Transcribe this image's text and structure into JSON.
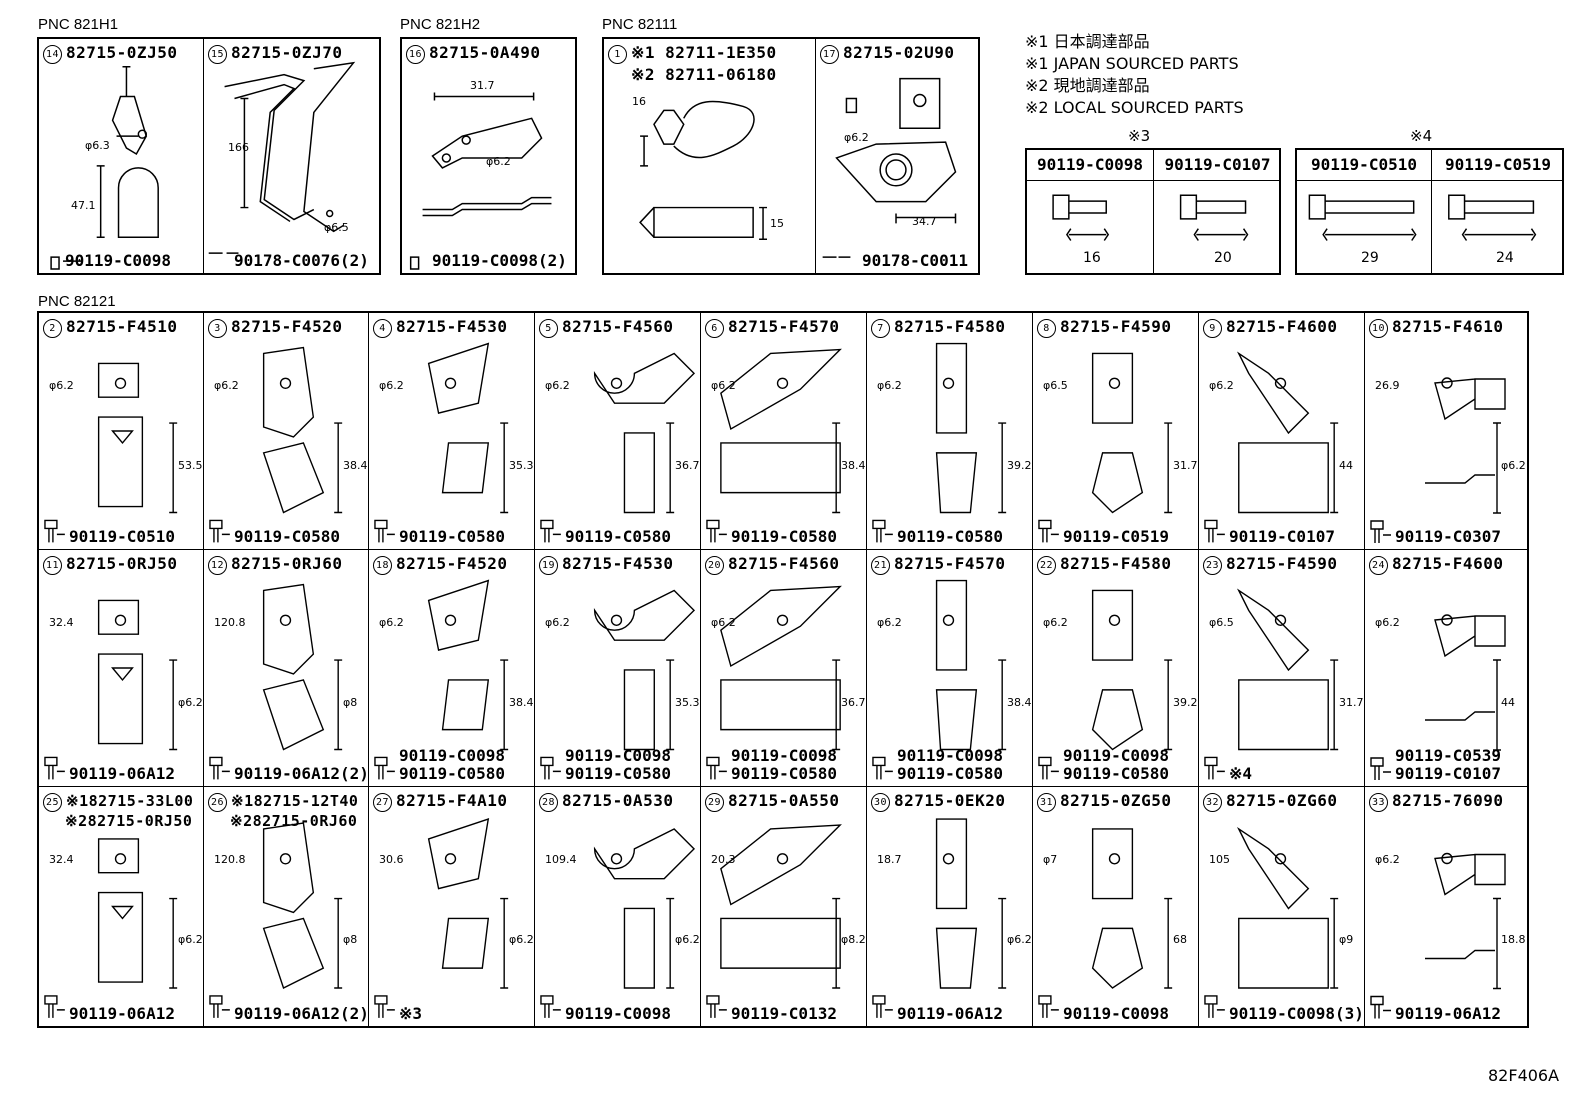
{
  "pnc_labels": [
    "PNC 821H1",
    "PNC 821H2",
    "PNC 82111",
    "PNC 82121"
  ],
  "top_groups": [
    {
      "items": [
        {
          "num": "14",
          "part": "82715-0ZJ50",
          "fastener": "90119-C0098",
          "dims": [
            "φ6.3",
            "47.1"
          ]
        },
        {
          "num": "15",
          "part": "82715-0ZJ70",
          "fastener": "90178-C0076(2)",
          "dims": [
            "166",
            "φ6.5"
          ]
        }
      ]
    },
    {
      "items": [
        {
          "num": "16",
          "part": "82715-0A490",
          "fastener": "90119-C0098(2)",
          "dims": [
            "31.7",
            "φ6.2"
          ]
        }
      ]
    },
    {
      "items": [
        {
          "num": "1",
          "part_lines": [
            "※1 82711-1E350",
            "※2 82711-06180"
          ],
          "fastener": "",
          "dims": [
            "16",
            "15"
          ]
        },
        {
          "num": "17",
          "part": "82715-02U90",
          "fastener": "90178-C0011",
          "dims": [
            "φ6.2",
            "34.7"
          ]
        }
      ]
    }
  ],
  "legend": [
    "※1 日本調達部品",
    "※1 JAPAN SOURCED PARTS",
    "※2 現地調達部品",
    "※2 LOCAL SOURCED PARTS"
  ],
  "bolt_groups": [
    {
      "mark": "※3",
      "bolts": [
        {
          "part": "90119-C0098",
          "length": "16"
        },
        {
          "part": "90119-C0107",
          "length": "20"
        }
      ]
    },
    {
      "mark": "※4",
      "bolts": [
        {
          "part": "90119-C0510",
          "length": "29"
        },
        {
          "part": "90119-C0519",
          "length": "24"
        }
      ]
    }
  ],
  "row1": [
    {
      "num": "2",
      "part": "82715-F4510",
      "fastener": "90119-C0510",
      "dims": [
        "φ6.2",
        "53.5"
      ]
    },
    {
      "num": "3",
      "part": "82715-F4520",
      "fastener": "90119-C0580",
      "dims": [
        "φ6.2",
        "38.4"
      ]
    },
    {
      "num": "4",
      "part": "82715-F4530",
      "fastener": "90119-C0580",
      "dims": [
        "φ6.2",
        "35.3"
      ]
    },
    {
      "num": "5",
      "part": "82715-F4560",
      "fastener": "90119-C0580",
      "dims": [
        "φ6.2",
        "36.7"
      ]
    },
    {
      "num": "6",
      "part": "82715-F4570",
      "fastener": "90119-C0580",
      "dims": [
        "φ6.2",
        "38.4"
      ]
    },
    {
      "num": "7",
      "part": "82715-F4580",
      "fastener": "90119-C0580",
      "dims": [
        "φ6.2",
        "39.2"
      ]
    },
    {
      "num": "8",
      "part": "82715-F4590",
      "fastener": "90119-C0519",
      "dims": [
        "φ6.5",
        "31.7"
      ]
    },
    {
      "num": "9",
      "part": "82715-F4600",
      "fastener": "90119-C0107",
      "dims": [
        "φ6.2",
        "44"
      ]
    },
    {
      "num": "10",
      "part": "82715-F4610",
      "fastener": "90119-C0307",
      "dims": [
        "26.9",
        "φ6.2"
      ]
    }
  ],
  "row2": [
    {
      "num": "11",
      "part": "82715-0RJ50",
      "fastener": "90119-06A12",
      "fastener2": "",
      "dims": [
        "32.4",
        "φ6.2"
      ]
    },
    {
      "num": "12",
      "part": "82715-0RJ60",
      "fastener": "90119-06A12(2)",
      "fastener2": "",
      "dims": [
        "120.8",
        "φ8"
      ]
    },
    {
      "num": "18",
      "part": "82715-F4520",
      "fastener": "90119-C0580",
      "fastener2": "90119-C0098",
      "dims": [
        "φ6.2",
        "38.4"
      ]
    },
    {
      "num": "19",
      "part": "82715-F4530",
      "fastener": "90119-C0580",
      "fastener2": "90119-C0098",
      "dims": [
        "φ6.2",
        "35.3"
      ]
    },
    {
      "num": "20",
      "part": "82715-F4560",
      "fastener": "90119-C0580",
      "fastener2": "90119-C0098",
      "dims": [
        "φ6.2",
        "36.7"
      ]
    },
    {
      "num": "21",
      "part": "82715-F4570",
      "fastener": "90119-C0580",
      "fastener2": "90119-C0098",
      "dims": [
        "φ6.2",
        "38.4"
      ]
    },
    {
      "num": "22",
      "part": "82715-F4580",
      "fastener": "90119-C0580",
      "fastener2": "90119-C0098",
      "dims": [
        "φ6.2",
        "39.2"
      ]
    },
    {
      "num": "23",
      "part": "82715-F4590",
      "fastener": "※4",
      "fastener2": "",
      "dims": [
        "φ6.5",
        "31.7"
      ]
    },
    {
      "num": "24",
      "part": "82715-F4600",
      "fastener": "90119-C0107",
      "fastener2": "90119-C0539",
      "dims": [
        "φ6.2",
        "44"
      ]
    }
  ],
  "row3": [
    {
      "num": "25",
      "part_lines": [
        "※182715-33L00",
        "※282715-0RJ50"
      ],
      "fastener": "90119-06A12",
      "dims": [
        "32.4",
        "φ6.2"
      ]
    },
    {
      "num": "26",
      "part_lines": [
        "※182715-12T40",
        "※282715-0RJ60"
      ],
      "fastener": "90119-06A12(2)",
      "dims": [
        "120.8",
        "φ8"
      ]
    },
    {
      "num": "27",
      "part": "82715-F4A10",
      "fastener": "※3",
      "dims": [
        "30.6",
        "φ6.2"
      ]
    },
    {
      "num": "28",
      "part": "82715-0A530",
      "fastener": "90119-C0098",
      "dims": [
        "109.4",
        "φ6.2"
      ]
    },
    {
      "num": "29",
      "part": "82715-0A550",
      "fastener": "90119-C0132",
      "dims": [
        "20.3",
        "φ8.2"
      ]
    },
    {
      "num": "30",
      "part": "82715-0EK20",
      "fastener": "90119-06A12",
      "dims": [
        "18.7",
        "φ6.2"
      ]
    },
    {
      "num": "31",
      "part": "82715-0ZG50",
      "fastener": "90119-C0098",
      "dims": [
        "φ7",
        "68"
      ]
    },
    {
      "num": "32",
      "part": "82715-0ZG60",
      "fastener": "90119-C0098(3)",
      "dims": [
        "105",
        "φ9"
      ]
    },
    {
      "num": "33",
      "part": "82715-76090",
      "fastener": "90119-06A12",
      "dims": [
        "φ6.2",
        "18.8"
      ]
    }
  ],
  "ref_code": "82F406A"
}
